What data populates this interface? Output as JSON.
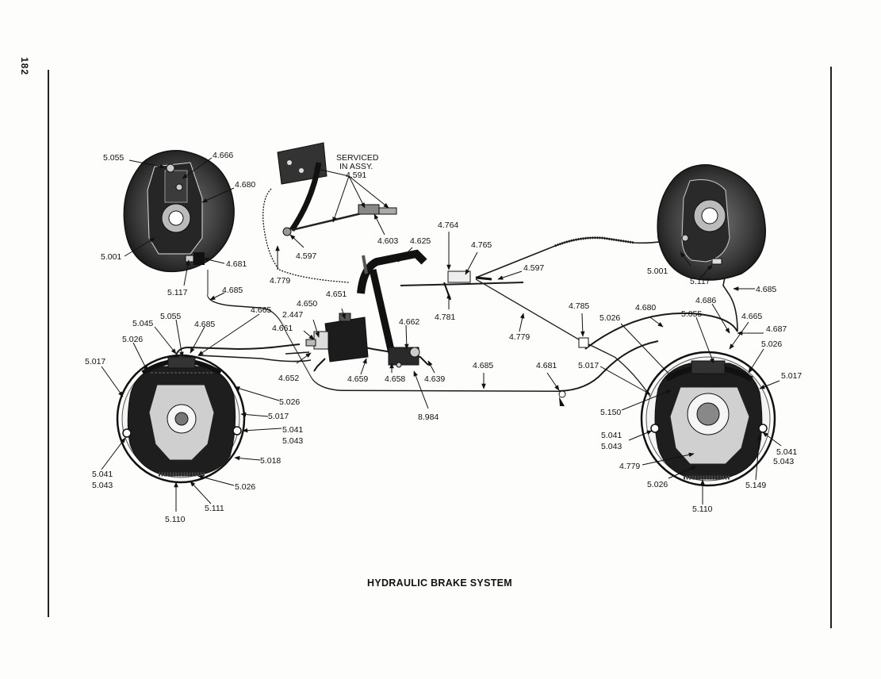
{
  "page_number": "182",
  "caption": "HYDRAULIC BRAKE SYSTEM",
  "callouts": [
    {
      "id": "c1",
      "text": "5.055"
    },
    {
      "id": "c2",
      "text": "4.666"
    },
    {
      "id": "c3",
      "text": "4.680"
    },
    {
      "id": "c4",
      "text": "5.001"
    },
    {
      "id": "c5",
      "text": "4.681"
    },
    {
      "id": "c6",
      "text": "5.117"
    },
    {
      "id": "c7",
      "text": "4.685"
    },
    {
      "id": "c8",
      "text": "SERVICED"
    },
    {
      "id": "c9",
      "text": "IN ASSY."
    },
    {
      "id": "c10",
      "text": "4.591"
    },
    {
      "id": "c11",
      "text": "4.597"
    },
    {
      "id": "c12",
      "text": "4.603"
    },
    {
      "id": "c13",
      "text": "4.625"
    },
    {
      "id": "c14",
      "text": "4.779"
    },
    {
      "id": "c15",
      "text": "4.764"
    },
    {
      "id": "c16",
      "text": "4.765"
    },
    {
      "id": "c17",
      "text": "4.597"
    },
    {
      "id": "c18",
      "text": "4.781"
    },
    {
      "id": "c19",
      "text": "4.779"
    },
    {
      "id": "c20",
      "text": "5.001"
    },
    {
      "id": "c21",
      "text": "5.117"
    },
    {
      "id": "c22",
      "text": "4.685"
    },
    {
      "id": "c23",
      "text": "4.665"
    },
    {
      "id": "c24",
      "text": "4.650"
    },
    {
      "id": "c25",
      "text": "4.651"
    },
    {
      "id": "c26",
      "text": "2.447"
    },
    {
      "id": "c27",
      "text": "4.661"
    },
    {
      "id": "c28",
      "text": "4.662"
    },
    {
      "id": "c29",
      "text": "5.045"
    },
    {
      "id": "c30",
      "text": "5.055"
    },
    {
      "id": "c31",
      "text": "4.685"
    },
    {
      "id": "c32",
      "text": "5.026"
    },
    {
      "id": "c33",
      "text": "5.017"
    },
    {
      "id": "c34",
      "text": "4.652"
    },
    {
      "id": "c35",
      "text": "4.659"
    },
    {
      "id": "c36",
      "text": "4.658"
    },
    {
      "id": "c37",
      "text": "4.639"
    },
    {
      "id": "c38",
      "text": "8.984"
    },
    {
      "id": "c39",
      "text": "5.026"
    },
    {
      "id": "c40",
      "text": "5.017"
    },
    {
      "id": "c41",
      "text": "5.041"
    },
    {
      "id": "c42",
      "text": "5.043"
    },
    {
      "id": "c43",
      "text": "5.018"
    },
    {
      "id": "c44",
      "text": "5.041"
    },
    {
      "id": "c45",
      "text": "5.043"
    },
    {
      "id": "c46",
      "text": "5.026"
    },
    {
      "id": "c47",
      "text": "5.111"
    },
    {
      "id": "c48",
      "text": "5.110"
    },
    {
      "id": "c49",
      "text": "4.685"
    },
    {
      "id": "c50",
      "text": "4.681"
    },
    {
      "id": "c51",
      "text": "4.785"
    },
    {
      "id": "c52",
      "text": "4.680"
    },
    {
      "id": "c53",
      "text": "4.686"
    },
    {
      "id": "c54",
      "text": "5.026"
    },
    {
      "id": "c55",
      "text": "5.055"
    },
    {
      "id": "c56",
      "text": "4.665"
    },
    {
      "id": "c57",
      "text": "4.687"
    },
    {
      "id": "c58",
      "text": "5.026"
    },
    {
      "id": "c59",
      "text": "5.017"
    },
    {
      "id": "c60",
      "text": "5.017"
    },
    {
      "id": "c61",
      "text": "5.150"
    },
    {
      "id": "c62",
      "text": "5.041"
    },
    {
      "id": "c63",
      "text": "5.043"
    },
    {
      "id": "c64",
      "text": "5.041"
    },
    {
      "id": "c65",
      "text": "5.043"
    },
    {
      "id": "c66",
      "text": "4.779"
    },
    {
      "id": "c67",
      "text": "5.026"
    },
    {
      "id": "c68",
      "text": "5.149"
    },
    {
      "id": "c69",
      "text": "5.110"
    }
  ]
}
